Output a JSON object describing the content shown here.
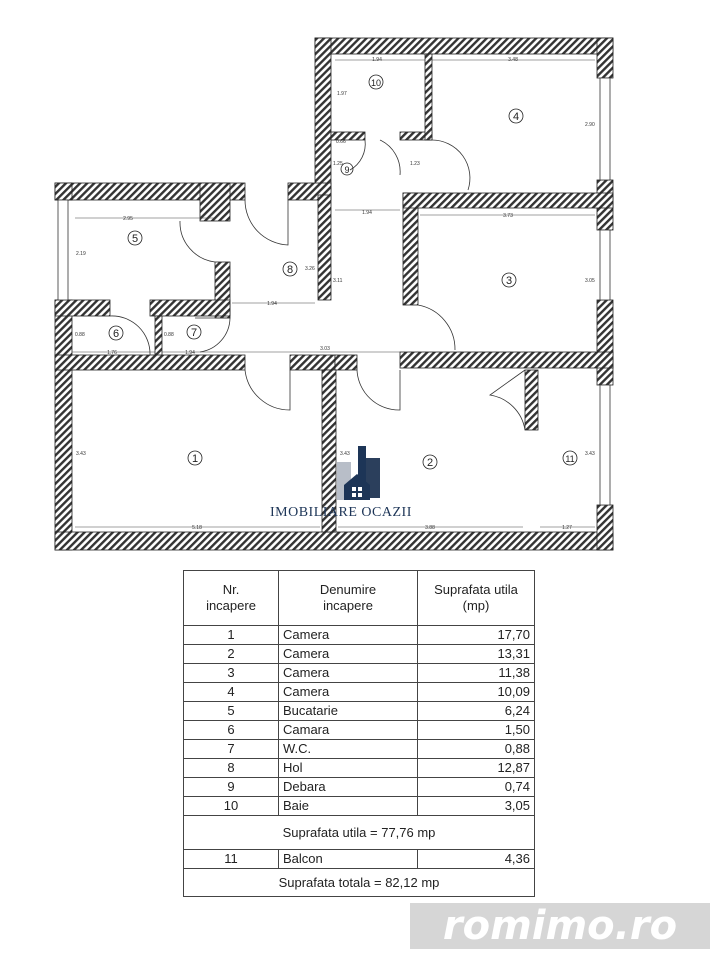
{
  "plan": {
    "rooms": [
      "1",
      "2",
      "3",
      "4",
      "5",
      "6",
      "7",
      "8",
      "9",
      "10",
      "11"
    ],
    "dimensions": {
      "r10_w": "1.94",
      "r4_w": "3.48",
      "r10_h": "1.97",
      "r4_h": "2.90",
      "r9_w": "0.66",
      "r9_h": "1.25",
      "hall_h": "1.23",
      "hall_w": "1.94",
      "r3_w": "3.73",
      "r3_h": "3.05",
      "r5_w": "2.95",
      "r5_h": "2.19",
      "r8_h": "3.26",
      "hall_h2": "3.11",
      "r8_w": "1.94",
      "r6_h": "0.88",
      "r7_h": "0.88",
      "r6_w": "1.76",
      "r7_w": "1.94",
      "hall_w2": "3.03",
      "r1_h": "3.43",
      "r1_w": "5.18",
      "r2_h": "3.43",
      "r2_w": "3.88",
      "r11_h": "3.43",
      "r11_w": "1.27"
    },
    "wall_color": "#333333"
  },
  "watermark": {
    "text": "IMOBILIARE OCAZII",
    "color": "#1d3557"
  },
  "table": {
    "headers": [
      "Nr.\nincapere",
      "Denumire\nincapere",
      "Suprafata utila\n(mp)"
    ],
    "rows": [
      {
        "nr": "1",
        "name": "Camera",
        "area": "17,70"
      },
      {
        "nr": "2",
        "name": "Camera",
        "area": "13,31"
      },
      {
        "nr": "3",
        "name": "Camera",
        "area": "11,38"
      },
      {
        "nr": "4",
        "name": "Camera",
        "area": "10,09"
      },
      {
        "nr": "5",
        "name": "Bucatarie",
        "area": "6,24"
      },
      {
        "nr": "6",
        "name": "Camara",
        "area": "1,50"
      },
      {
        "nr": "7",
        "name": "W.C.",
        "area": "0,88"
      },
      {
        "nr": "8",
        "name": "Hol",
        "area": "12,87"
      },
      {
        "nr": "9",
        "name": "Debara",
        "area": "0,74"
      },
      {
        "nr": "10",
        "name": "Baie",
        "area": "3,05"
      }
    ],
    "subtotal": "Suprafata utila = 77,76 mp",
    "balcony": {
      "nr": "11",
      "name": "Balcon",
      "area": "4,36"
    },
    "total": "Suprafata totala = 82,12 mp"
  },
  "site_watermark": "romimo.ro"
}
